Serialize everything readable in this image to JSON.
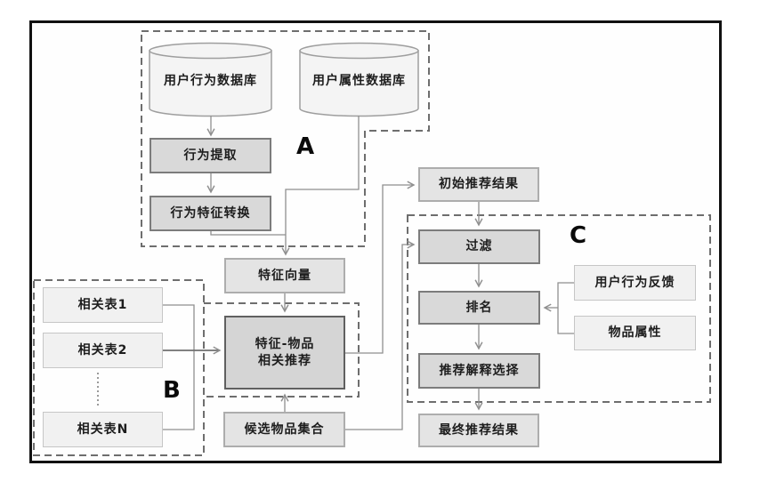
{
  "groups": {
    "a": "A",
    "b": "B",
    "c": "C"
  },
  "nodes": {
    "db_behavior": "用户行为数据库",
    "db_attribute": "用户属性数据库",
    "behavior_extract": "行为提取",
    "behavior_feature_convert": "行为特征转换",
    "feature_vector": "特征向量",
    "feature_item_rec_line1": "特征-物品",
    "feature_item_rec_line2": "相关推荐",
    "related_table_1": "相关表1",
    "related_table_2": "相关表2",
    "related_table_n": "相关表N",
    "candidate_item_set": "候选物品集合",
    "initial_rec_result": "初始推荐结果",
    "filter": "过滤",
    "ranking": "排名",
    "rec_explanation_select": "推荐解释选择",
    "user_behavior_feedback": "用户行为反馈",
    "item_attribute": "物品属性",
    "final_rec_result": "最终推荐结果"
  },
  "edges": [
    {
      "from": "db_behavior",
      "to": "behavior_extract"
    },
    {
      "from": "behavior_extract",
      "to": "behavior_feature_convert"
    },
    {
      "from": "behavior_feature_convert",
      "to": "feature_vector"
    },
    {
      "from": "db_attribute",
      "to": "feature_vector"
    },
    {
      "from": "feature_vector",
      "to": "feature_item_rec"
    },
    {
      "from": "related_table_1",
      "to": "feature_item_rec"
    },
    {
      "from": "related_table_2",
      "to": "feature_item_rec"
    },
    {
      "from": "related_table_n",
      "to": "feature_item_rec"
    },
    {
      "from": "candidate_item_set",
      "to": "feature_item_rec"
    },
    {
      "from": "candidate_item_set",
      "to": "filter"
    },
    {
      "from": "feature_item_rec",
      "to": "initial_rec_result"
    },
    {
      "from": "initial_rec_result",
      "to": "filter"
    },
    {
      "from": "filter",
      "to": "ranking"
    },
    {
      "from": "user_behavior_feedback",
      "to": "ranking"
    },
    {
      "from": "item_attribute",
      "to": "ranking"
    },
    {
      "from": "ranking",
      "to": "rec_explanation_select"
    },
    {
      "from": "rec_explanation_select",
      "to": "final_rec_result"
    }
  ],
  "colors": {
    "frame_border": "#111111",
    "dashed_outline": "#6e6e6e",
    "connector": "#8f8f8f",
    "box_strong_fill": "#d9d9d9",
    "box_strong_border": "#7c7c7c",
    "box_dark_fill": "#d5d5d5",
    "box_dark_border": "#606060",
    "box_mid_fill": "#e4e4e4",
    "box_light_fill": "#f1f1f1",
    "cylinder_fill": "#f4f4f4",
    "text": "#1d1d1d"
  }
}
